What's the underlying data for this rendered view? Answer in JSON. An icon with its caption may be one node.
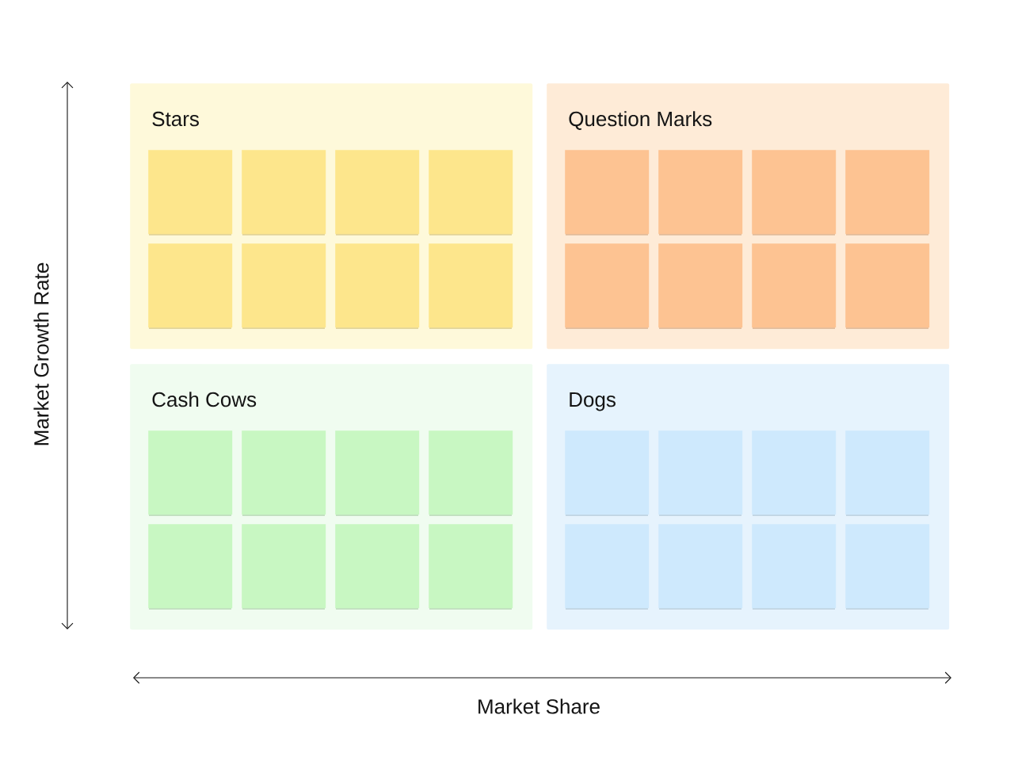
{
  "diagram": {
    "nodes": [
      {
        "text": [
          "Stars"
        ]
      },
      {
        "text": [],
        "shape": "box",
        "in": 0
      },
      {
        "text": [],
        "shape": "box",
        "in": 0
      },
      {
        "text": [],
        "shape": "box",
        "in": 0
      },
      {
        "text": [],
        "shape": "box",
        "in": 0
      },
      {
        "text": [],
        "shape": "box",
        "in": 0
      },
      {
        "text": [],
        "shape": "box",
        "in": 0
      },
      {
        "text": [],
        "shape": "box",
        "in": 0
      },
      {
        "text": [],
        "shape": "box",
        "in": 0
      },
      {
        "text": [
          "Question Marks"
        ]
      },
      {
        "text": [],
        "shape": "box",
        "in": 9
      },
      {
        "text": [],
        "shape": "box",
        "in": 9
      },
      {
        "text": [],
        "shape": "box",
        "in": 9
      },
      {
        "text": [],
        "shape": "box",
        "in": 9
      },
      {
        "text": [],
        "shape": "box",
        "in": 9
      },
      {
        "text": [],
        "shape": "box",
        "in": 9
      },
      {
        "text": [],
        "shape": "box",
        "in": 9
      },
      {
        "text": [],
        "shape": "box",
        "in": 9
      },
      {
        "text": [
          "Cash Cows"
        ]
      },
      {
        "text": [],
        "shape": "box",
        "in": 18
      },
      {
        "text": [],
        "shape": "box",
        "in": 18
      },
      {
        "text": [],
        "shape": "box",
        "in": 18
      },
      {
        "text": [],
        "shape": "box",
        "in": 18
      },
      {
        "text": [],
        "shape": "box",
        "in": 18
      },
      {
        "text": [],
        "shape": "box",
        "in": 18
      },
      {
        "text": [],
        "shape": "box",
        "in": 18
      },
      {
        "text": [],
        "shape": "box",
        "in": 18
      },
      {
        "text": [
          "Dogs"
        ]
      },
      {
        "text": [],
        "shape": "box",
        "in": 27
      },
      {
        "text": [],
        "shape": "box",
        "in": 27
      },
      {
        "text": [],
        "shape": "box",
        "in": 27
      },
      {
        "text": [],
        "shape": "box",
        "in": 27
      },
      {
        "text": [],
        "shape": "box",
        "in": 27
      },
      {
        "text": [],
        "shape": "box",
        "in": 27
      },
      {
        "text": [],
        "shape": "box",
        "in": 27
      },
      {
        "text": [],
        "shape": "box",
        "in": 27
      }
    ],
    "labels": [
      "Market Growth Rate",
      "Market Share"
    ]
  }
}
